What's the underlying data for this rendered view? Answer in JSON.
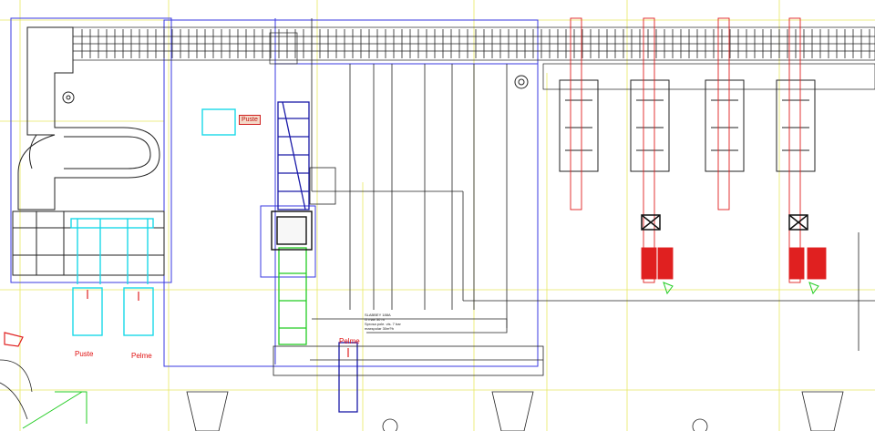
{
  "drawing": {
    "labels": {
      "puste_left": "Puste",
      "pelme_left": "Pelme",
      "pelme_center": "Pelme",
      "puste_tag": "Puste"
    },
    "note": "SLABBEY 188A\nG max 30 m\nSprosa pole. vis. 7 bar\nmaxspolar 30m³/h"
  },
  "colors": {
    "line": "#222222",
    "blue": "#3a3ae0",
    "cyan": "#1ad8e8",
    "green": "#22cc22",
    "red": "#e02020",
    "yellow": "#e8e860",
    "dark_blue": "#1a1aa8"
  }
}
